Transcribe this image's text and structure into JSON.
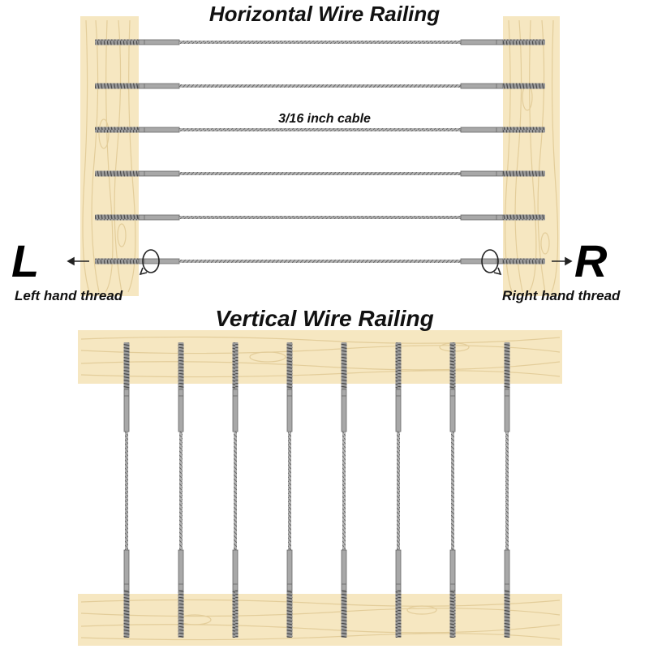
{
  "horizontal": {
    "title": "Horizontal Wire Railing",
    "cable_label": "3/16 inch cable",
    "left_letter": "L",
    "right_letter": "R",
    "left_thread_label": "Left hand thread",
    "right_thread_label": "Right hand thread",
    "cable_count": 6
  },
  "vertical": {
    "title": "Vertical Wire Railing",
    "cable_count": 8
  },
  "colors": {
    "wood": "#f6e7c1",
    "wood_grain": "#e3cd9a",
    "steel": "#8a8a8a",
    "steel_dark": "#555555",
    "text": "#111111"
  }
}
